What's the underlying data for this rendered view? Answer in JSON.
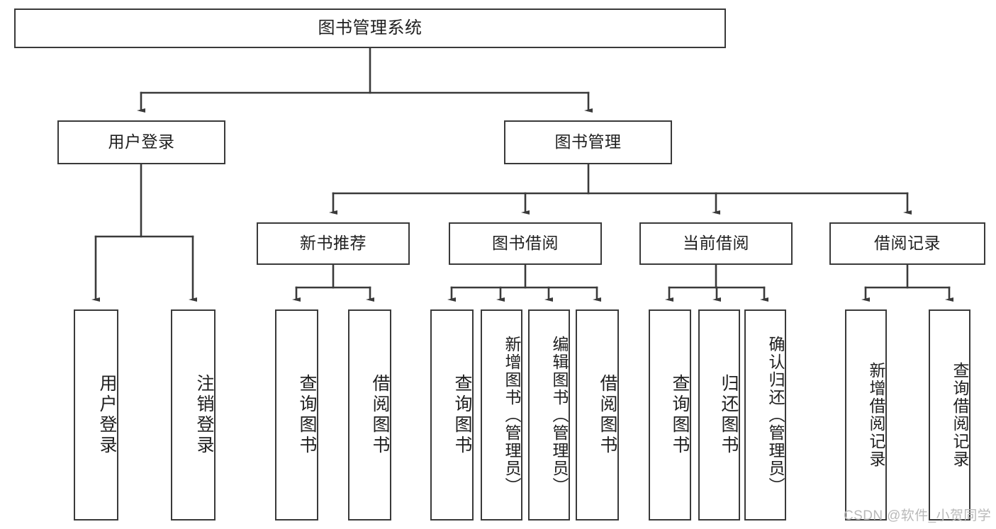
{
  "diagram": {
    "type": "hierarchy-tree",
    "title": "图书管理系统",
    "orientation": "top-down",
    "colors": {
      "box_border": "#3a3a3a",
      "box_fill": "#ffffff",
      "connector": "#3a3a3a",
      "text": "#1f1f1f",
      "watermark": "#b9b9b9",
      "background": "#ffffff"
    },
    "levels": {
      "level0": [
        "图书管理系统"
      ],
      "level1": [
        "用户登录",
        "图书管理"
      ],
      "level2": [
        "新书推荐",
        "图书借阅",
        "当前借阅",
        "借阅记录"
      ],
      "level3": [
        "用户登录",
        "注销登录",
        "查询图书",
        "借阅图书",
        "查询图书",
        "新增图书（管理员）",
        "编辑图书（管理员）",
        "借阅图书",
        "查询图书",
        "归还图书",
        "确认归还（管理员）",
        "新增借阅记录",
        "查询借阅记录"
      ]
    }
  },
  "root": {
    "label": "图书管理系统"
  },
  "tier1": [
    {
      "label": "用户登录"
    },
    {
      "label": "图书管理"
    }
  ],
  "tier2": [
    {
      "label": "新书推荐"
    },
    {
      "label": "图书借阅"
    },
    {
      "label": "当前借阅"
    },
    {
      "label": "借阅记录"
    }
  ],
  "leaves": {
    "user_login": [
      {
        "label": "用户登录"
      },
      {
        "label": "注销登录"
      }
    ],
    "new_book": [
      {
        "label": "查询图书"
      },
      {
        "label": "借阅图书"
      }
    ],
    "borrow": [
      {
        "label": "查询图书"
      },
      {
        "label": "新增图书（管理员）"
      },
      {
        "label": "编辑图书（管理员）"
      },
      {
        "label": "借阅图书"
      }
    ],
    "current": [
      {
        "label": "查询图书"
      },
      {
        "label": "归还图书"
      },
      {
        "label": "确认归还（管理员）"
      }
    ],
    "records": [
      {
        "label": "新增借阅记录"
      },
      {
        "label": "查询借阅记录"
      }
    ]
  },
  "watermark": {
    "text": "CSDN @软件_小贺同学"
  }
}
